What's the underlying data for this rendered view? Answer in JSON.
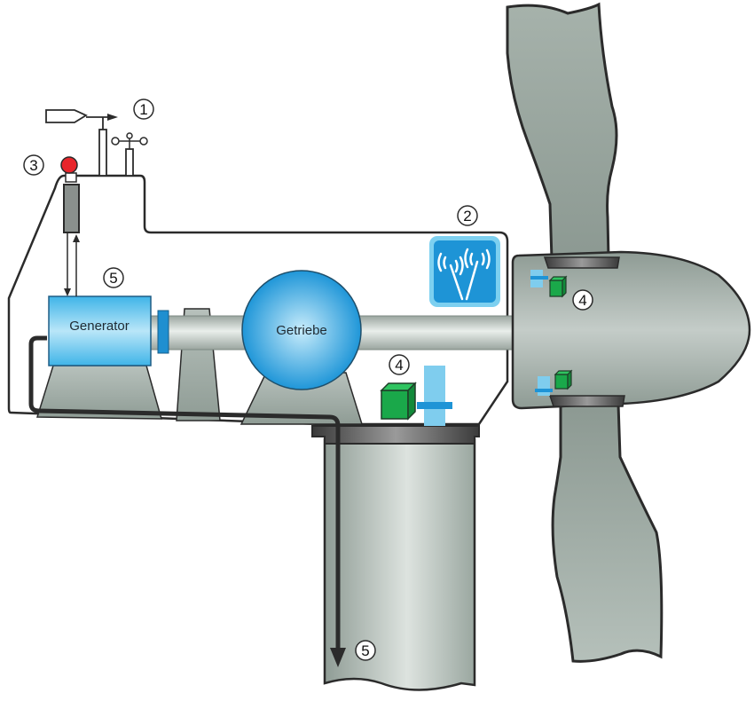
{
  "diagram": {
    "subject": "Wind turbine nacelle schematic",
    "components": {
      "generator": {
        "label": "Generator"
      },
      "gearbox": {
        "label": "Getriebe"
      }
    },
    "markers": [
      {
        "id": "1",
        "label": "1",
        "meaning": "wind vane and anemometer"
      },
      {
        "id": "2",
        "label": "2",
        "meaning": "wireless transmission"
      },
      {
        "id": "3",
        "label": "3",
        "meaning": "warning light"
      },
      {
        "id": "4a",
        "label": "4",
        "meaning": "sensor box on hub"
      },
      {
        "id": "4b",
        "label": "4",
        "meaning": "sensor box in nacelle"
      },
      {
        "id": "5a",
        "label": "5",
        "meaning": "generator signal line"
      },
      {
        "id": "5b",
        "label": "5",
        "meaning": "cable down tower"
      }
    ],
    "colors": {
      "outline": "#2b2b2b",
      "gray_body": "#a3aea8",
      "blue_component": "#2b9fdc",
      "light_blue": "#6cc7ec",
      "green_box": "#1aa84a",
      "red_light": "#e8252b"
    }
  }
}
